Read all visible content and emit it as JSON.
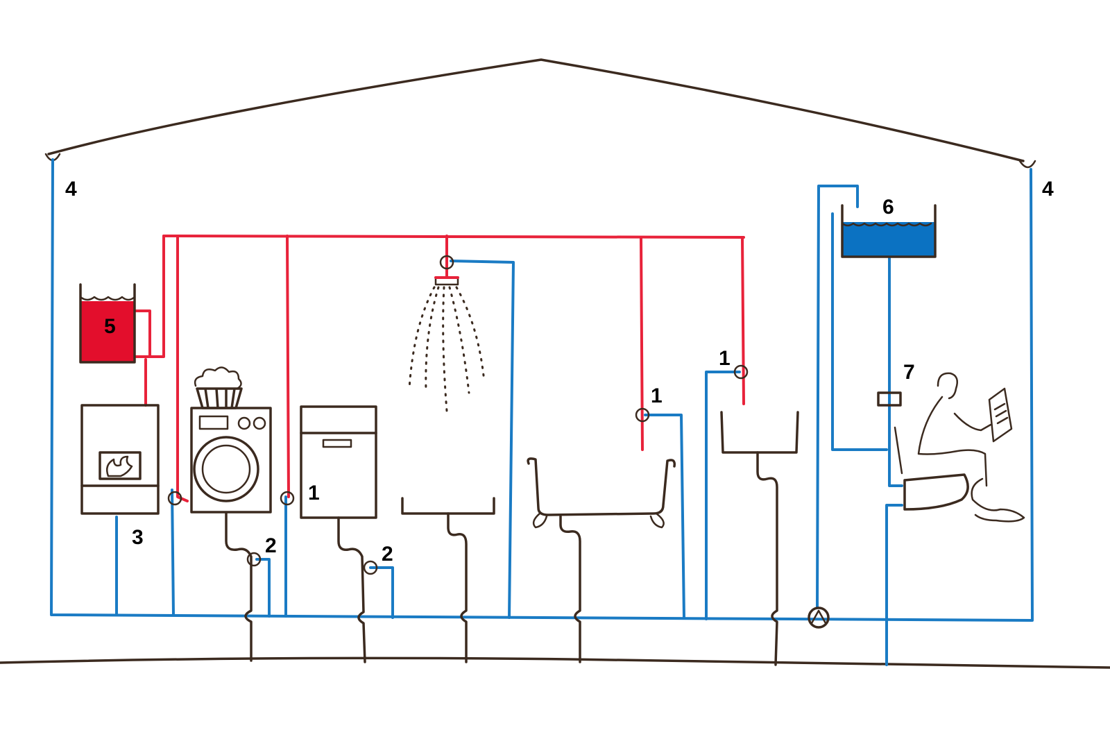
{
  "colors": {
    "hot_pipe": "#e8223a",
    "cold_pipe": "#1a7bc4",
    "ink": "#3b2a1f",
    "boiler_fill": "#e30e2c",
    "tank_fill": "#0b72c2"
  },
  "labels": {
    "rainwater_inlet_left": "4",
    "rainwater_inlet_right": "4",
    "boiler_tank": "5",
    "heater": "3",
    "rain_tank": "6",
    "toilet_cistern": "7",
    "valve_washer": "1",
    "valve_bath": "1",
    "valve_sink": "1",
    "trap_washer": "2",
    "trap_dishwasher": "2"
  }
}
